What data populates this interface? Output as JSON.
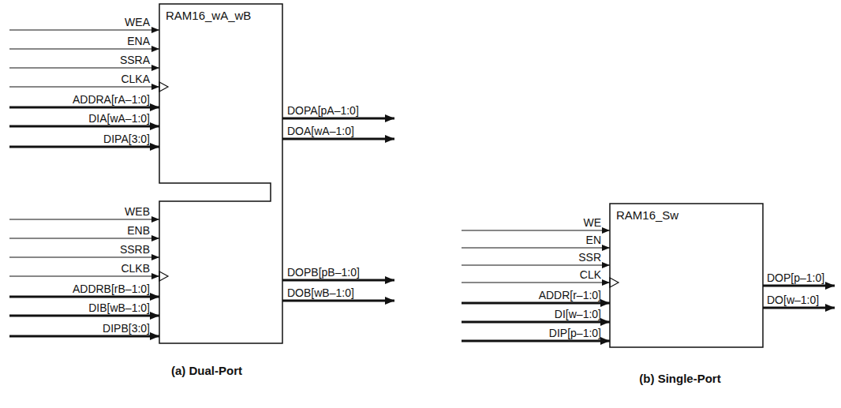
{
  "diagram": {
    "nodes": [
      {
        "text": [
          "RAM16_wA_wB"
        ]
      },
      {
        "text": [
          "RAM16_Sw"
        ]
      }
    ],
    "edges": [],
    "labels": [
      "WEA",
      "ENA",
      "SSRA",
      "CLKA",
      "ADDRA[rA–1:0]",
      "DIA[wA–1:0]",
      "DIPA[3:0]",
      "DOPA[pA–1:0]",
      "DOA[wA–1:0]",
      "WEB",
      "ENB",
      "SSRB",
      "CLKB",
      "ADDRB[rB–1:0]",
      "DIB[wB–1:0]",
      "DIPB[3:0]",
      "DOPB[pB–1:0]",
      "DOB[wB–1:0]",
      "WE",
      "EN",
      "SSR",
      "CLK",
      "ADDR[r–1:0]",
      "DI[w–1:0]",
      "DIP[p–1:0]",
      "DOP[p–1:0]",
      "DO[w–1:0]",
      "(a) Dual-Port",
      "(b) Single-Port"
    ]
  }
}
